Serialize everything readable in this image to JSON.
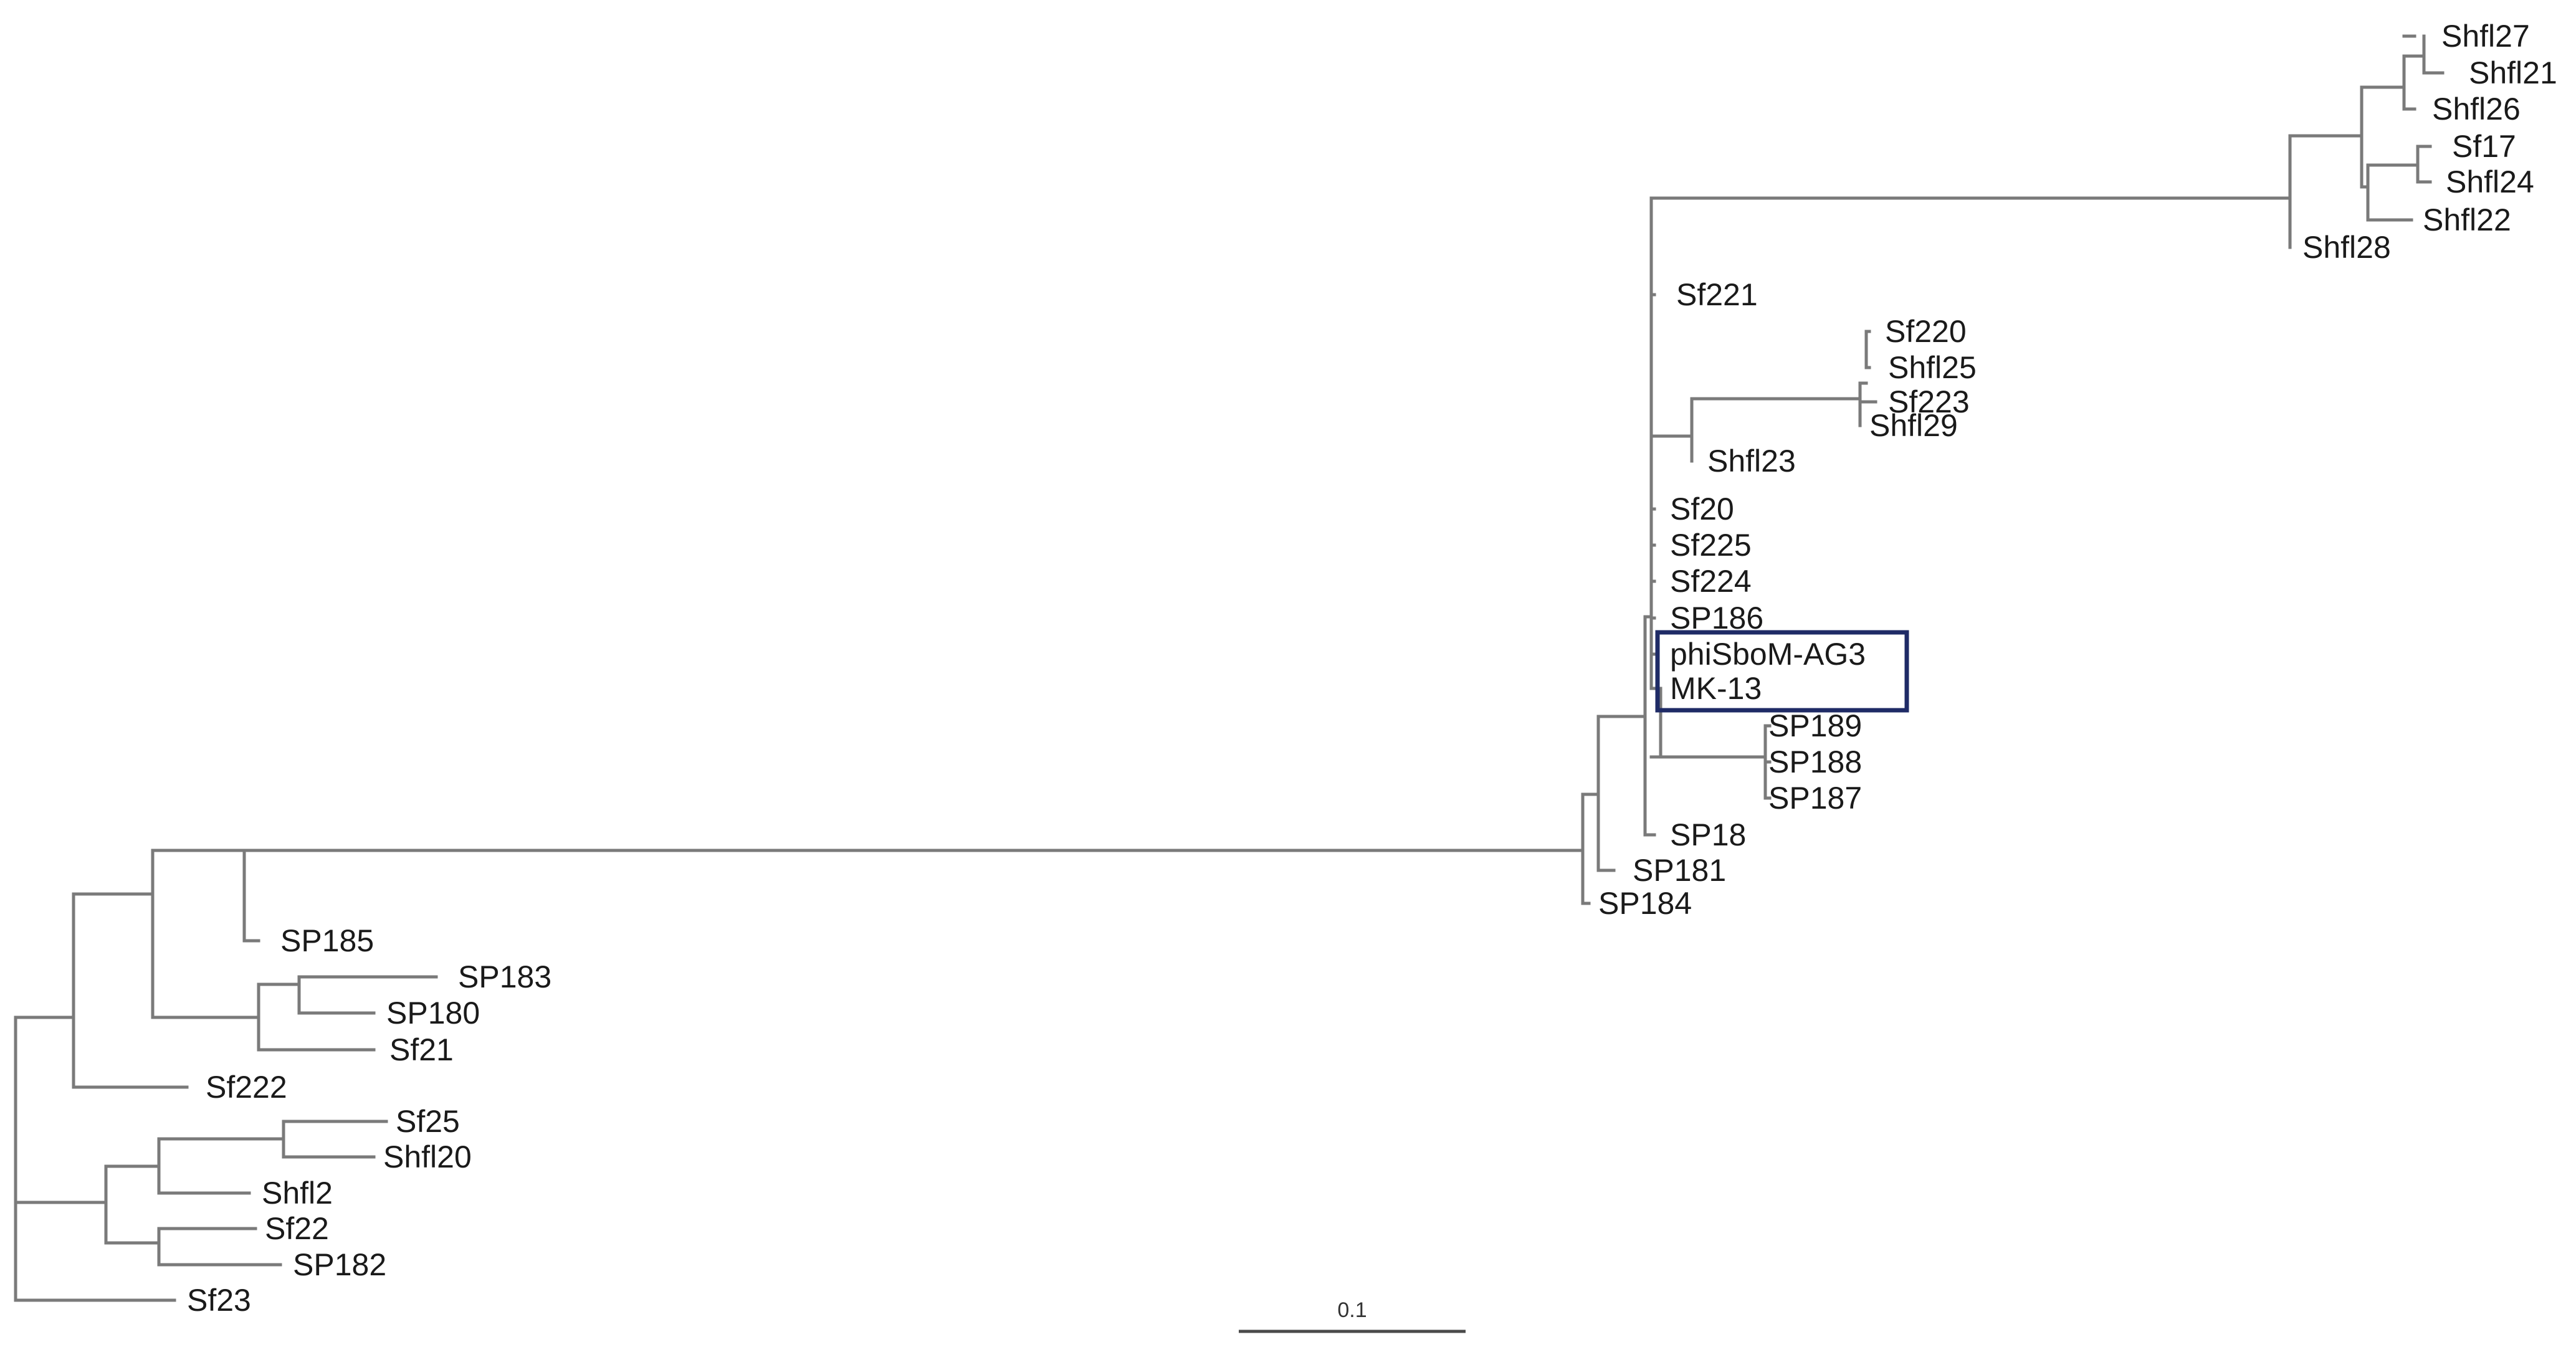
{
  "tree": {
    "leaves": [
      {
        "id": "Shfl27",
        "label": "Shfl27"
      },
      {
        "id": "Shfl21",
        "label": "Shfl21"
      },
      {
        "id": "Shfl26",
        "label": "Shfl26"
      },
      {
        "id": "Sf17",
        "label": "Sf17"
      },
      {
        "id": "Shfl24",
        "label": "Shfl24"
      },
      {
        "id": "Shfl22",
        "label": "Shfl22"
      },
      {
        "id": "Shfl28",
        "label": "Shfl28"
      },
      {
        "id": "Sf221",
        "label": "Sf221"
      },
      {
        "id": "Sf220",
        "label": "Sf220"
      },
      {
        "id": "Shfl25",
        "label": "Shfl25"
      },
      {
        "id": "Sf223",
        "label": "Sf223"
      },
      {
        "id": "Shfl29",
        "label": "Shfl29"
      },
      {
        "id": "Shfl23",
        "label": "Shfl23"
      },
      {
        "id": "Sf20",
        "label": "Sf20"
      },
      {
        "id": "Sf225",
        "label": "Sf225"
      },
      {
        "id": "Sf224",
        "label": "Sf224"
      },
      {
        "id": "SP186",
        "label": "SP186"
      },
      {
        "id": "phiSboM-AG3",
        "label": "phiSboM-AG3"
      },
      {
        "id": "MK-13",
        "label": "MK-13"
      },
      {
        "id": "SP189",
        "label": "SP189"
      },
      {
        "id": "SP188",
        "label": "SP188"
      },
      {
        "id": "SP187",
        "label": "SP187"
      },
      {
        "id": "SP18",
        "label": "SP18"
      },
      {
        "id": "SP181",
        "label": "SP181"
      },
      {
        "id": "SP184",
        "label": "SP184"
      },
      {
        "id": "SP185",
        "label": "SP185"
      },
      {
        "id": "SP183",
        "label": "SP183"
      },
      {
        "id": "SP180",
        "label": "SP180"
      },
      {
        "id": "Sf21",
        "label": "Sf21"
      },
      {
        "id": "Sf222",
        "label": "Sf222"
      },
      {
        "id": "Sf25",
        "label": "Sf25"
      },
      {
        "id": "Shfl20",
        "label": "Shfl20"
      },
      {
        "id": "Shfl2",
        "label": "Shfl2"
      },
      {
        "id": "Sf22",
        "label": "Sf22"
      },
      {
        "id": "SP182",
        "label": "SP182"
      },
      {
        "id": "Sf23",
        "label": "Sf23"
      }
    ],
    "highlighted": [
      "phiSboM-AG3",
      "MK-13"
    ],
    "highlight_color": "#1f2b66",
    "branch_color": "#7a7a7a"
  },
  "scale_bar": {
    "label": "0.1",
    "value": 0.1
  }
}
